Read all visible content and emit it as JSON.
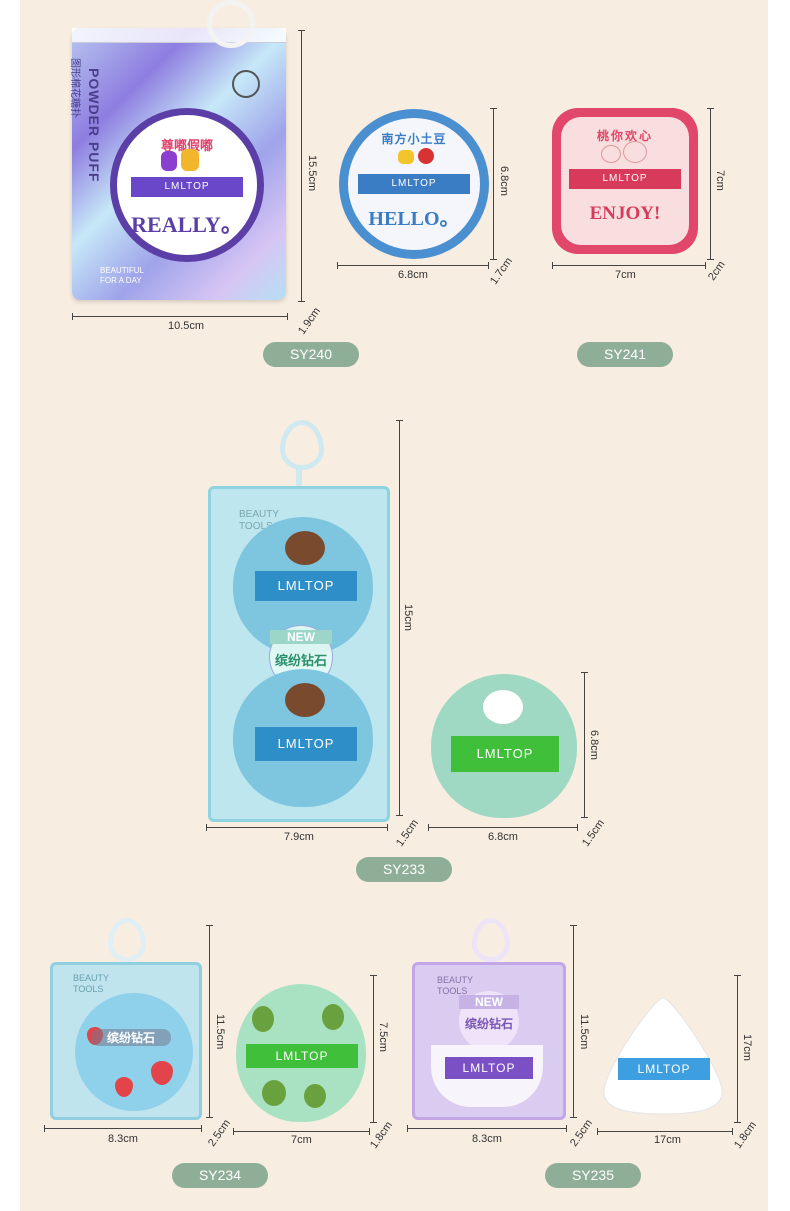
{
  "products": {
    "sy240": {
      "code": "SY240",
      "width": "10.5cm",
      "height": "15.5cm",
      "depth": "1.9cm",
      "package_text": "POWDER PUFF",
      "package_cn": "图形棉花糖扑",
      "puff_title": "尊嘟假嘟",
      "puff_word": "REALLY。",
      "ribbon": "LMLTOP",
      "tagline": "BEAUTIFUL FOR A DAY",
      "puff2_title": "南方小土豆",
      "puff2_word": "HELLO。",
      "puff2_width": "6.8cm",
      "puff2_height": "6.8cm",
      "puff2_depth": "1.7cm"
    },
    "sy241": {
      "code": "SY241",
      "title": "桃你欢心",
      "word": "ENJOY!",
      "ribbon": "LMLTOP",
      "width": "7cm",
      "height": "7cm",
      "depth": "2cm"
    },
    "sy233": {
      "code": "SY233",
      "box_text": "BEAUTY TOOLS",
      "ribbon": "LMLTOP",
      "new_label": "NEW",
      "sticker": "缤纷钻石",
      "box_width": "7.9cm",
      "box_height": "15cm",
      "box_depth": "1.5cm",
      "puff_width": "6.8cm",
      "puff_height": "6.8cm",
      "puff_depth": "1.5cm"
    },
    "sy234": {
      "code": "SY234",
      "box_text": "BEAUTY TOOLS",
      "sticker": "缤纷钻石",
      "ribbon": "LMLTOP",
      "box_width": "8.3cm",
      "box_height": "11.5cm",
      "box_depth": "2.5cm",
      "puff_width": "7cm",
      "puff_height": "7.5cm",
      "puff_depth": "1.8cm"
    },
    "sy235": {
      "code": "SY235",
      "box_text": "BEAUTY TOOLS",
      "new_label": "NEW",
      "sticker": "缤纷钻石",
      "ribbon": "LMLTOP",
      "box_width": "8.3cm",
      "box_height": "11.5cm",
      "box_depth": "2.5cm",
      "puff_width": "17cm",
      "puff_height": "17cm",
      "puff_depth": "1.8cm"
    }
  },
  "colors": {
    "background": "#f8ede1",
    "badge": "#8fae98",
    "blue_puff": "#4a8fd0",
    "pink_puff": "#e0476a",
    "teal_box": "#8fd3e0",
    "green_ribbon": "#3fbf3a",
    "purple_box": "#c7a7e8"
  }
}
